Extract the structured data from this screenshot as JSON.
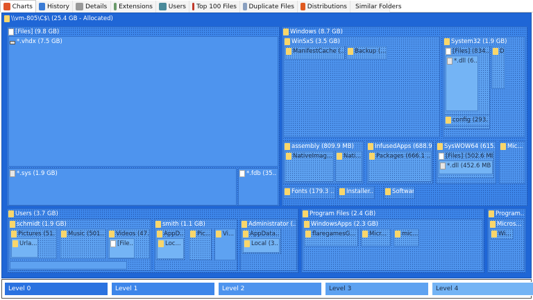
{
  "tabs": [
    {
      "label": "Charts",
      "icon": "pie-chart-icon",
      "active": true
    },
    {
      "label": "History",
      "icon": "area-chart-icon"
    },
    {
      "label": "Details",
      "icon": "list-icon"
    },
    {
      "label": "Extensions",
      "icon": "extensions-icon"
    },
    {
      "label": "Users",
      "icon": "users-icon"
    },
    {
      "label": "Top 100 Files",
      "icon": "top-files-icon"
    },
    {
      "label": "Duplicate Files",
      "icon": "duplicate-files-icon"
    },
    {
      "label": "Distributions",
      "icon": "bar-chart-icon"
    },
    {
      "label": "Similar Folders",
      "icon": "similar-folders-icon"
    }
  ],
  "colors": {
    "level0": "#2a72e0",
    "level1": "#3d86ea",
    "level2": "#4e94ee",
    "level3": "#5ea2f1",
    "level4": "#74b4f5"
  },
  "treemap": {
    "nodes": [
      {
        "label": "\\\\vm-805\\C$\\ (25.4 GB - Allocated)",
        "icon": "folder",
        "level": 0
      },
      {
        "label": "[Files] (9.8 GB)",
        "icon": "file",
        "level": 1
      },
      {
        "label": "*.vhdx (7.5 GB)",
        "icon": "drive",
        "level": 2
      },
      {
        "label": "*.sys (1.9 GB)",
        "icon": "dll",
        "level": 2
      },
      {
        "label": "*.fdb (35...",
        "icon": "file",
        "level": 2
      },
      {
        "label": "Windows (8.7 GB)",
        "icon": "folder",
        "level": 1
      },
      {
        "label": "WinSxS (3.5 GB)",
        "icon": "folder",
        "level": 2
      },
      {
        "label": "ManifestCache (...",
        "icon": "folder",
        "level": 3
      },
      {
        "label": "Backup (...",
        "icon": "folder",
        "level": 3
      },
      {
        "label": "System32 (1.9 GB)",
        "icon": "folder",
        "level": 2
      },
      {
        "label": "[Files] (834...",
        "icon": "file",
        "level": 3
      },
      {
        "label": "*.dll (6...",
        "icon": "dll",
        "level": 4
      },
      {
        "label": "D",
        "icon": "folder",
        "level": 3
      },
      {
        "label": "config (293...",
        "icon": "folder",
        "level": 3
      },
      {
        "label": "assembly (809.9 MB)",
        "icon": "folder",
        "level": 2
      },
      {
        "label": "NativeImag...",
        "icon": "folder",
        "level": 3
      },
      {
        "label": "Nati...",
        "icon": "folder",
        "level": 3
      },
      {
        "label": "InfusedApps (688.9...",
        "icon": "folder",
        "level": 2
      },
      {
        "label": "Packages (666.1 ...",
        "icon": "folder",
        "level": 3
      },
      {
        "label": "SysWOW64 (615...",
        "icon": "folder",
        "level": 2
      },
      {
        "label": "[Files] (502.6 MB)",
        "icon": "file",
        "level": 3
      },
      {
        "label": "*.dll (452.6 MB)",
        "icon": "dll",
        "level": 4
      },
      {
        "label": "Mic...",
        "icon": "folder",
        "level": 2
      },
      {
        "label": "Fonts (179.3 ...",
        "icon": "folder",
        "level": 2
      },
      {
        "label": "Installer...",
        "icon": "folder",
        "level": 2
      },
      {
        "label": "Softwar...",
        "icon": "folder",
        "level": 2
      },
      {
        "label": "Users (3.7 GB)",
        "icon": "folder",
        "level": 1
      },
      {
        "label": "schmidt (1.9 GB)",
        "icon": "folder",
        "level": 2
      },
      {
        "label": "Pictures (51...",
        "icon": "folder",
        "level": 3
      },
      {
        "label": "Urla...",
        "icon": "folder",
        "level": 4
      },
      {
        "label": "Music (501...",
        "icon": "folder",
        "level": 3
      },
      {
        "label": "Videos (47...",
        "icon": "folder",
        "level": 3
      },
      {
        "label": "[File...",
        "icon": "file",
        "level": 4
      },
      {
        "label": "",
        "icon": "",
        "level": 3
      },
      {
        "label": "smith (1.1 GB)",
        "icon": "folder",
        "level": 2
      },
      {
        "label": "AppD...",
        "icon": "folder",
        "level": 3
      },
      {
        "label": "Loc...",
        "icon": "folder",
        "level": 4
      },
      {
        "label": "Pic...",
        "icon": "folder",
        "level": 3
      },
      {
        "label": "Vi...",
        "icon": "folder",
        "level": 3
      },
      {
        "label": "Administrator (...",
        "icon": "folder",
        "level": 2
      },
      {
        "label": "AppData...",
        "icon": "folder",
        "level": 3
      },
      {
        "label": "Local (3...",
        "icon": "folder",
        "level": 4
      },
      {
        "label": "Program Files (2.4 GB)",
        "icon": "folder",
        "level": 1
      },
      {
        "label": "WindowsApps (2.3 GB)",
        "icon": "folder",
        "level": 2
      },
      {
        "label": "flaregamesG...",
        "icon": "folder",
        "level": 3
      },
      {
        "label": "Micr...",
        "icon": "folder",
        "level": 3
      },
      {
        "label": "mic...",
        "icon": "folder",
        "level": 3
      },
      {
        "label": "Program...",
        "icon": "folder",
        "level": 1
      },
      {
        "label": "Micros...",
        "icon": "folder",
        "level": 2
      },
      {
        "label": "Wi...",
        "icon": "folder",
        "level": 3
      }
    ]
  },
  "legend": [
    "Level 0",
    "Level 1",
    "Level 2",
    "Level 3",
    "Level 4"
  ]
}
